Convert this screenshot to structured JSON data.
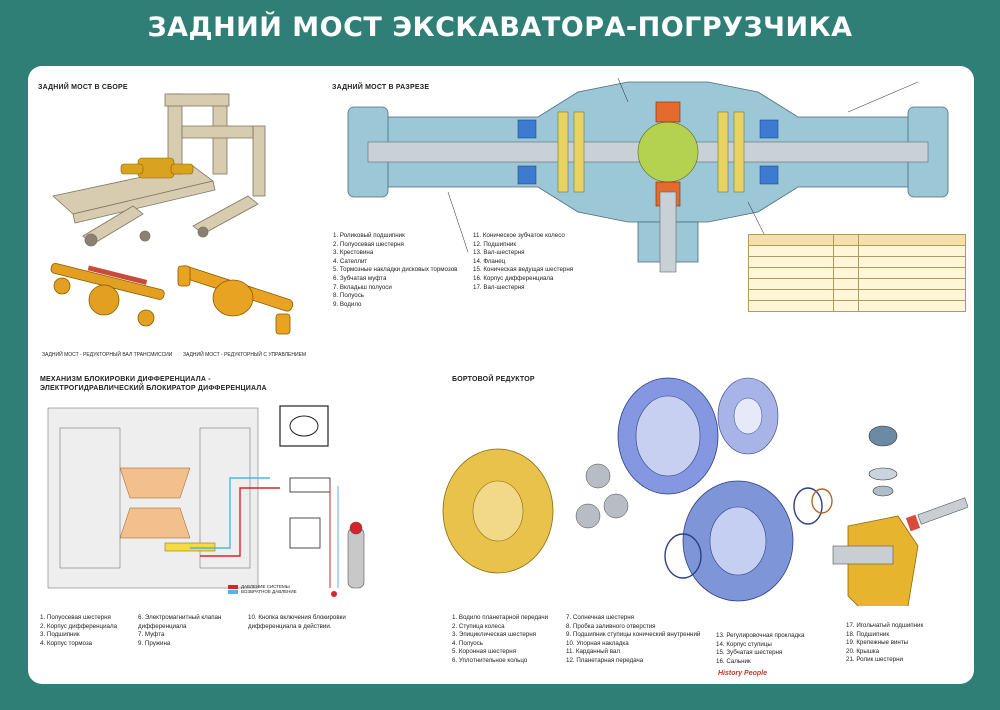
{
  "title": "ЗАДНИЙ МОСТ ЭКСКАВАТОРА-ПОГРУЗЧИКА",
  "sections": {
    "assembly": "ЗАДНИЙ МОСТ В СБОРЕ",
    "section_view": "ЗАДНИЙ МОСТ В РАЗРЕЗЕ",
    "lock_line1": "МЕХАНИЗМ БЛОКИРОВКИ ДИФФЕРЕНЦИАЛА -",
    "lock_line2": "ЭЛЕКТРОГИДРАВЛИЧЕСКИЙ БЛОКИРАТОР ДИФФЕРЕНЦИАЛА",
    "final_drive": "БОРТОВОЙ РЕДУКТОР"
  },
  "captions": {
    "left": "ЗАДНИЙ МОСТ - РЕДУКТОРНЫЙ ВАЛ ТРАНСМИССИИ",
    "right": "ЗАДНИЙ МОСТ - РЕДУКТОРНЫЙ С УПРАВЛЕНИЕМ"
  },
  "section_legend_col1": [
    "1. Роликовый подшипник",
    "2. Полуосевая шестерня",
    "3. Крестовина",
    "4. Сателлит",
    "5. Тормозные накладки дисковых тормозов",
    "6. Зубчатая муфта",
    "7. Вкладыш полуоси",
    "8. Полуось",
    "9. Водило"
  ],
  "section_legend_col2": [
    "11. Коническое зубчатое колесо",
    "12. Подшипник",
    "13. Вал-шестерня",
    "14. Фланец",
    "15. Коническая ведущая шестерня",
    "16. Корпус дифференциала",
    "17. Вал-шестерня"
  ],
  "lock_legend_col1": [
    "1. Полуосевая шестерня",
    "2. Корпус дифференциала",
    "3. Подшипник",
    "4. Корпус тормоза"
  ],
  "lock_legend_col2": [
    "6. Электромагнитный клапан",
    "дифференциала",
    "7. Муфта",
    "9. Пружина"
  ],
  "lock_legend_col3": [
    "10. Кнопка включения блокировки",
    "дифференциала в действии."
  ],
  "pressure_legend": [
    "ДАВЛЕНИЕ СИСТЕМЫ",
    "ВОЗВРАТНОЕ ДАВЛЕНИЕ"
  ],
  "final_legend_col1": [
    "1. Водило планетарной передачи",
    "2. Ступица колеса",
    "3. Эпициклическая шестерня",
    "4. Полуось",
    "5. Коронная шестерня",
    "6. Уплотнительное кольцо"
  ],
  "final_legend_col2": [
    "7. Солнечная шестерня",
    "8. Пробка заливного отверстия",
    "9. Подшипник ступицы конический внутренний",
    "10. Упорная накладка",
    "11. Карданный вал",
    "12. Планетарная передача"
  ],
  "final_legend_col3": [
    "13. Регулировочная прокладка",
    "14. Корпус ступицы",
    "15. Зубчатая шестерня",
    "16. Сальник"
  ],
  "final_legend_col4": [
    "17. Игольчатый подшипник",
    "18. Подшипник",
    "19. Крепежные винты",
    "20. Крышка",
    "21. Ролик шестерни"
  ],
  "brand": "History People",
  "colors": {
    "background": "#2f7f77",
    "housing": "#9cc7d6",
    "shaft": "#b8c2c8",
    "gear_orange": "#e89a2a",
    "gear_blue": "#7c8fd6",
    "frame_beige": "#d8ccb0",
    "pressure_red": "#d8232a",
    "return_blue": "#4fb6e6"
  }
}
